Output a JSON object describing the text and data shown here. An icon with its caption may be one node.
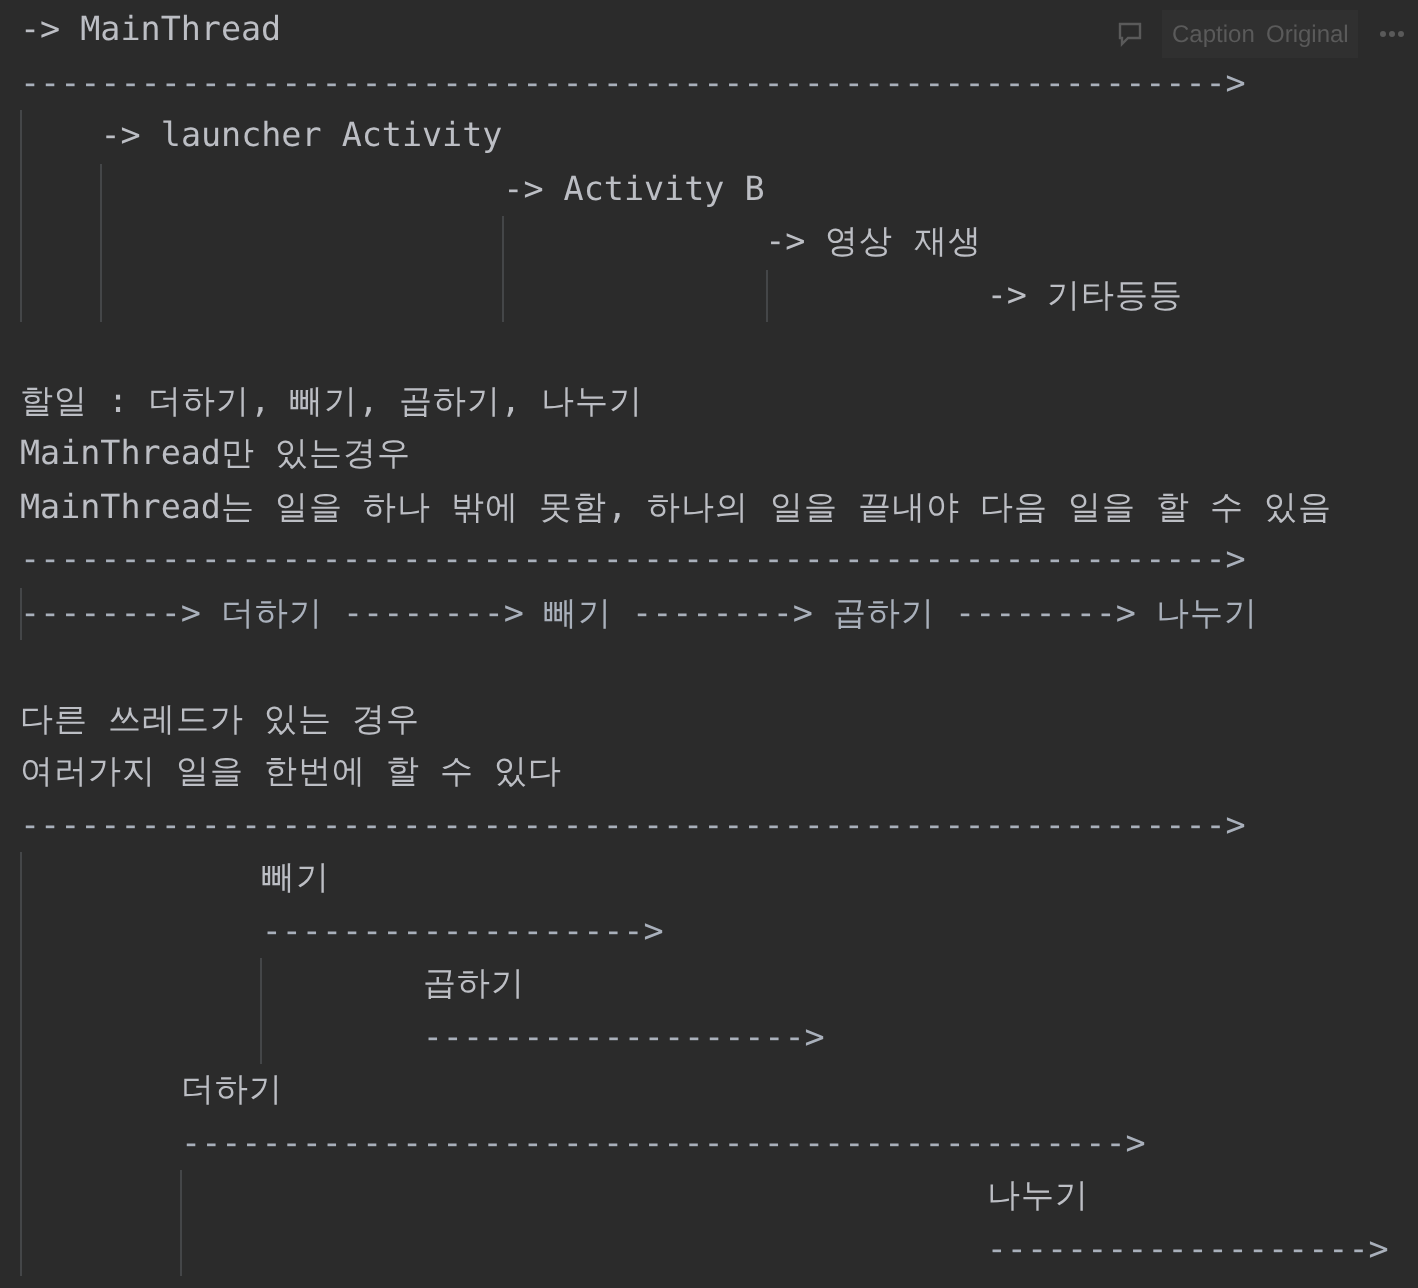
{
  "diagram": {
    "labels": [
      "-> MainThread",
      "Caption",
      "Original",
      "------------------------------------------------------------>",
      "-> launcher Activity",
      "-> Activity B",
      "-> 영상 재생",
      "-> 기타등등",
      "할일 : 더하기, 빼기, 곱하기, 나누기",
      "MainThread만 있는경우",
      "MainThread는 일을 하나 밖에 못함, 하나의 일을 끝내야 다음 일을 할 수 있음",
      "------------------------------------------------------------>",
      "--------> 더하기 --------> 빼기 --------> 곱하기 --------> 나누기",
      "다른 쓰레드가 있는 경우",
      "여러가지 일을 한번에 할 수 있다",
      "------------------------------------------------------------>",
      "빼기",
      "------------------->",
      "곱하기",
      "------------------->",
      "더하기",
      "----------------------------------------------->",
      "나누기",
      "------------------->"
    ]
  }
}
